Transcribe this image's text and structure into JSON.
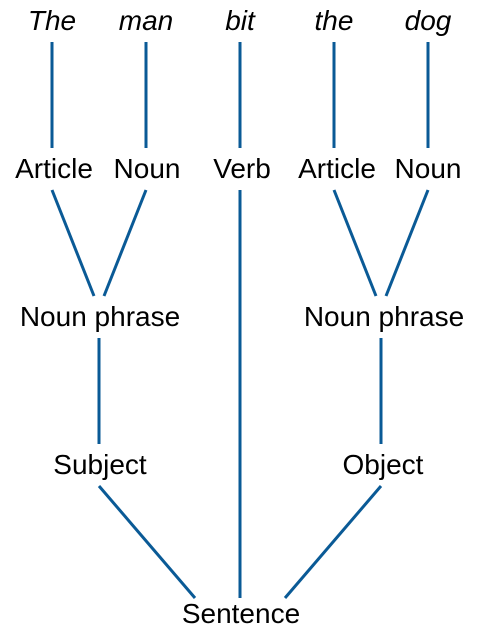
{
  "colors": {
    "edge": "#0a5a96",
    "text": "#000000",
    "background": "#ffffff"
  },
  "words": {
    "w1": "The",
    "w2": "man",
    "w3": "bit",
    "w4": "the",
    "w5": "dog"
  },
  "categories": {
    "article_1": "Article",
    "noun_1": "Noun",
    "verb": "Verb",
    "article_2": "Article",
    "noun_2": "Noun"
  },
  "phrases": {
    "noun_phrase_1": "Noun phrase",
    "noun_phrase_2": "Noun phrase"
  },
  "roles": {
    "subject": "Subject",
    "object": "Object"
  },
  "root": {
    "sentence": "Sentence"
  }
}
